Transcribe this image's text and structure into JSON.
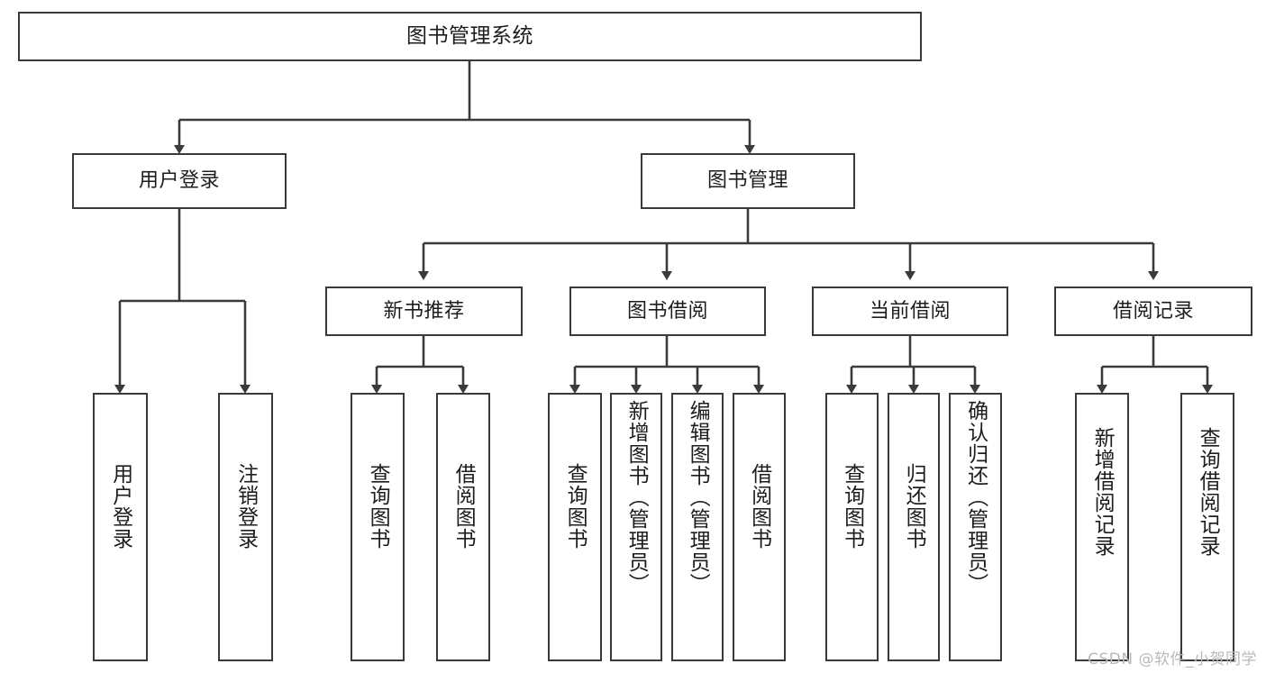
{
  "diagram": {
    "type": "tree",
    "title": "图书管理系统",
    "orientation": "top-down",
    "line_color": "#3a3a3a",
    "box_fill": "#ffffff",
    "text_color": "#1d1d1d"
  },
  "nodes": {
    "root": {
      "label": "图书管理系统"
    },
    "level2": [
      {
        "id": "user-login",
        "label": "用户登录"
      },
      {
        "id": "book-manage",
        "label": "图书管理"
      }
    ],
    "level3": [
      {
        "id": "new-book-rec",
        "label": "新书推荐"
      },
      {
        "id": "book-borrow",
        "label": "图书借阅"
      },
      {
        "id": "current-borrow",
        "label": "当前借阅"
      },
      {
        "id": "borrow-record",
        "label": "借阅记录"
      }
    ],
    "leaves": [
      {
        "id": "leaf-user-login",
        "label": "用户登录"
      },
      {
        "id": "leaf-user-logout",
        "label": "注销登录"
      },
      {
        "id": "leaf-query-book-1",
        "label": "查询图书"
      },
      {
        "id": "leaf-borrow-book-1",
        "label": "借阅图书"
      },
      {
        "id": "leaf-query-book-2",
        "label": "查询图书"
      },
      {
        "id": "leaf-add-book",
        "label": "新增图书（管理员）"
      },
      {
        "id": "leaf-edit-book",
        "label": "编辑图书（管理员）"
      },
      {
        "id": "leaf-borrow-book-2",
        "label": "借阅图书"
      },
      {
        "id": "leaf-query-book-3",
        "label": "查询图书"
      },
      {
        "id": "leaf-return-book",
        "label": "归还图书"
      },
      {
        "id": "leaf-confirm-return",
        "label": "确认归还（管理员）"
      },
      {
        "id": "leaf-add-record",
        "label": "新增借阅记录"
      },
      {
        "id": "leaf-query-record",
        "label": "查询借阅记录"
      }
    ]
  },
  "watermark": {
    "text": "CSDN @软件_小贺同学"
  }
}
